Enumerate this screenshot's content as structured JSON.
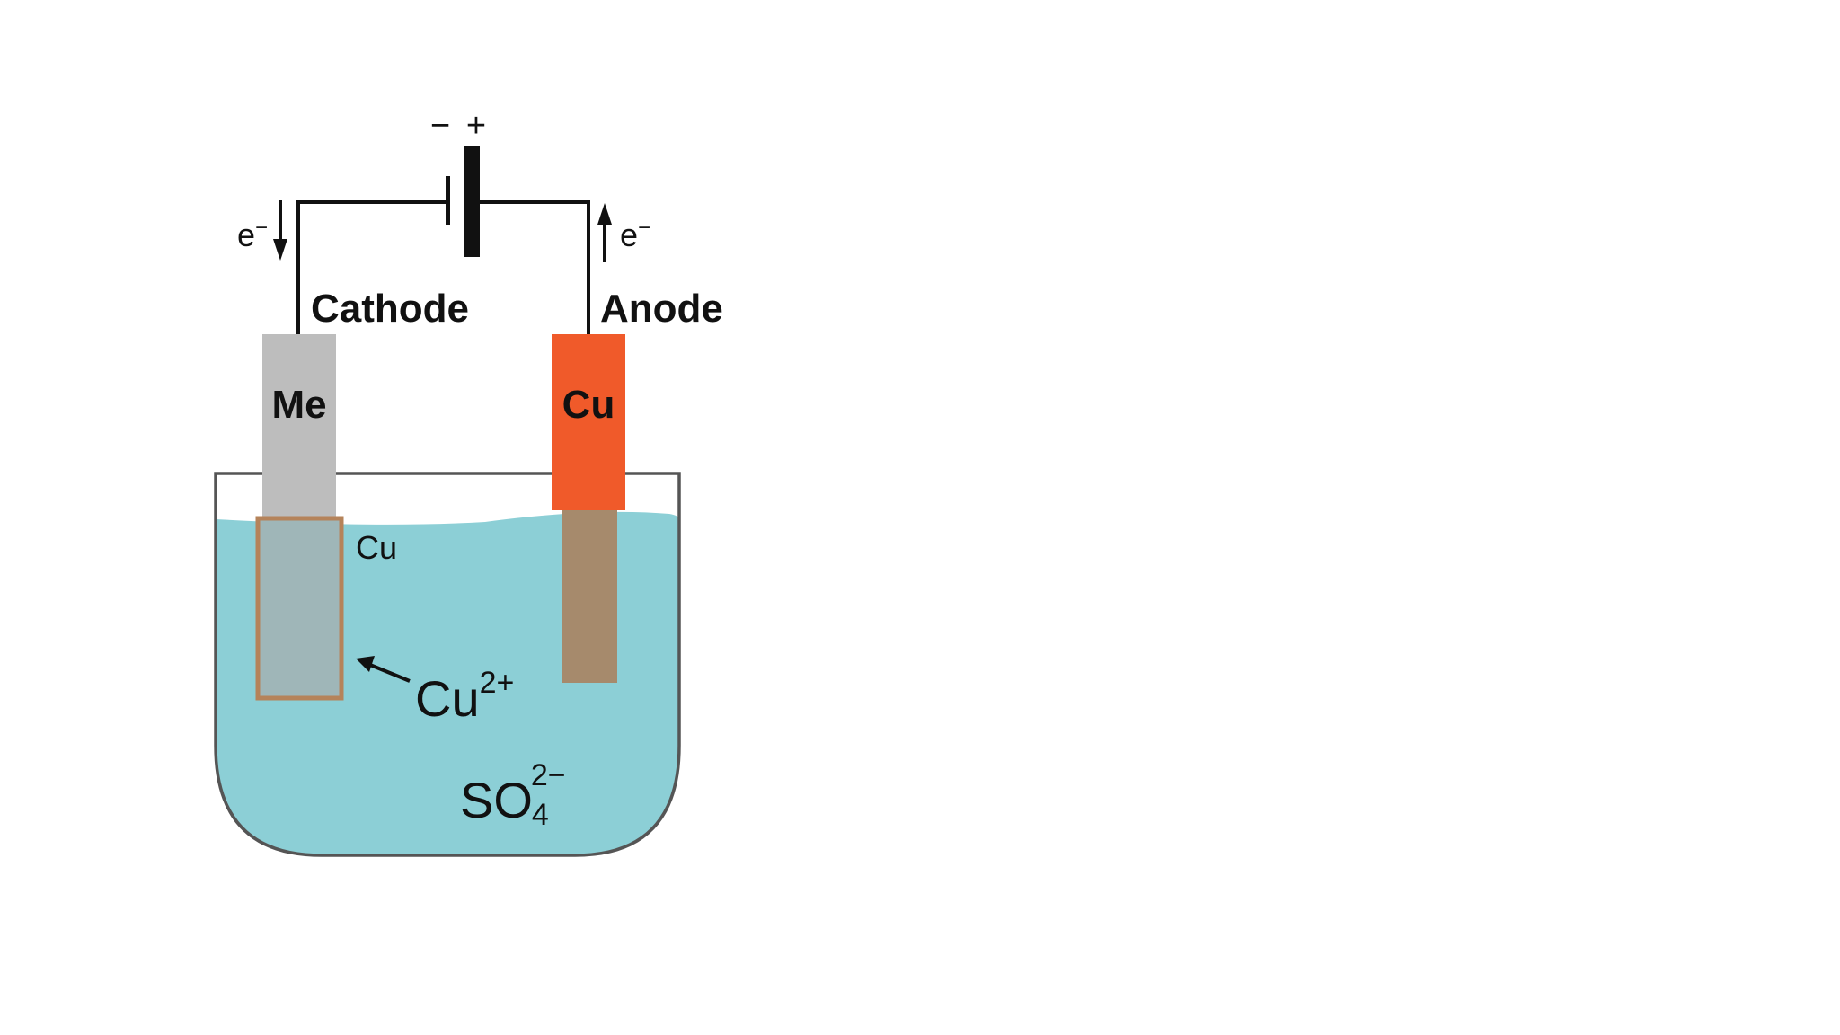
{
  "battery": {
    "negative_sign": "−",
    "positive_sign": "+"
  },
  "electron_left": {
    "base": "e",
    "superscript": "−"
  },
  "electron_right": {
    "base": "e",
    "superscript": "−"
  },
  "labels": {
    "cathode": "Cathode",
    "anode": "Anode"
  },
  "electrodes": {
    "left_symbol": "Me",
    "right_symbol": "Cu",
    "left_color": "#bdbdbd",
    "right_color": "#f05a2a",
    "right_submerged_color": "#a68a6c",
    "plating_color": "#b5835a"
  },
  "plating_label": "Cu",
  "ion_cu": {
    "base": "Cu",
    "charge": "2+"
  },
  "ion_so4": {
    "base": "SO",
    "subscript": "4",
    "charge": "2−"
  },
  "colors": {
    "electrolyte": "#8ccfd6",
    "wire": "#111111",
    "vessel_outline": "#555555"
  }
}
